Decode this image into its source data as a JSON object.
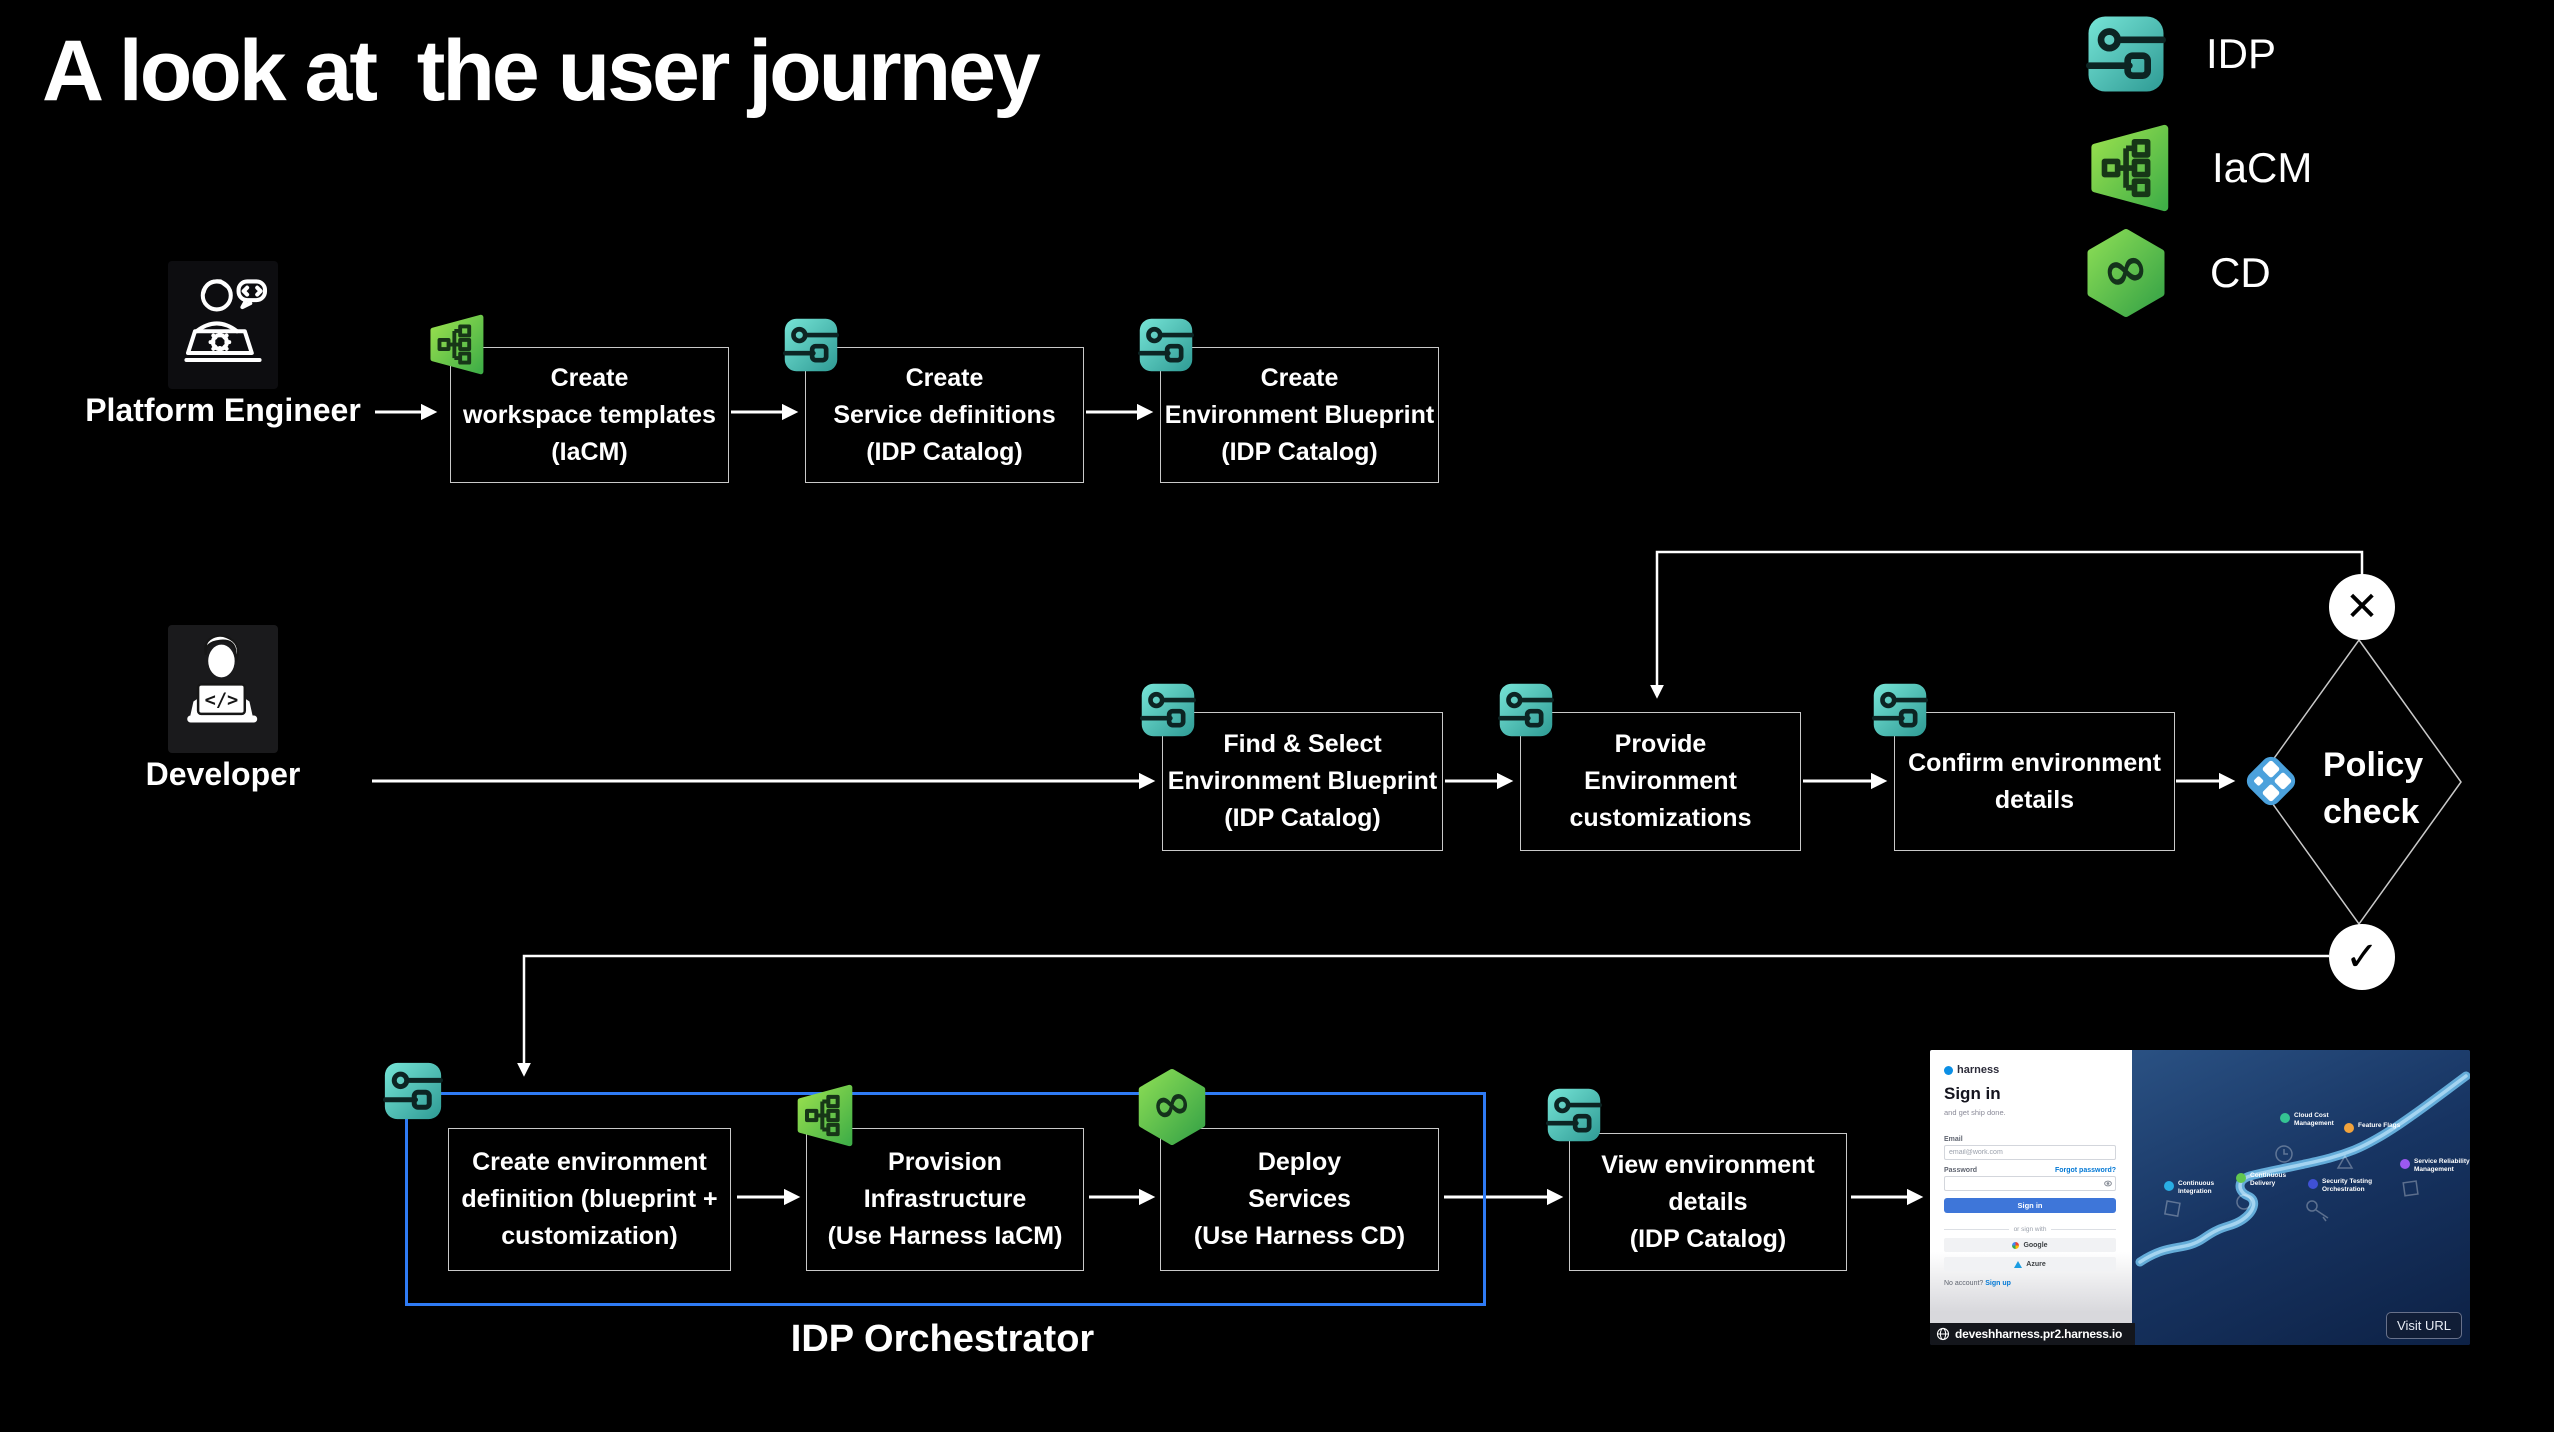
{
  "title": "A look at  the user journey",
  "legend": {
    "items": [
      {
        "id": "idp",
        "label": "IDP"
      },
      {
        "id": "iacm",
        "label": "IaCM"
      },
      {
        "id": "cd",
        "label": "CD"
      }
    ]
  },
  "actors": [
    {
      "id": "platform-engineer",
      "label": "Platform Engineer"
    },
    {
      "id": "developer",
      "label": "Developer"
    }
  ],
  "flow": {
    "row1": [
      {
        "icon": "iacm",
        "text": "Create\nworkspace templates\n(IaCM)"
      },
      {
        "icon": "idp",
        "text": "Create\nService definitions\n(IDP Catalog)"
      },
      {
        "icon": "idp",
        "text": "Create\nEnvironment Blueprint\n(IDP Catalog)"
      }
    ],
    "row2": [
      {
        "icon": "idp",
        "text": "Find & Select\nEnvironment Blueprint\n(IDP Catalog)"
      },
      {
        "icon": "idp",
        "text": "Provide\nEnvironment\ncustomizations"
      },
      {
        "icon": "idp",
        "text": "Confirm environment\ndetails"
      }
    ],
    "decision": {
      "label": "Policy\ncheck",
      "fail_glyph": "✕",
      "pass_glyph": "✓"
    },
    "row3": [
      {
        "icon": "none",
        "text": "Create environment\ndefinition (blueprint +\ncustomization)"
      },
      {
        "icon": "iacm",
        "text": "Provision\nInfrastructure\n(Use Harness IaCM)"
      },
      {
        "icon": "cd",
        "text": "Deploy\nServices\n(Use Harness CD)"
      },
      {
        "icon": "idp",
        "text": "View environment\ndetails\n(IDP Catalog)"
      }
    ],
    "orchestrator_label": "IDP Orchestrator"
  },
  "screenshot": {
    "brand": "harness",
    "heading": "Sign in",
    "subheading": "and get ship done.",
    "email_label": "Email",
    "email_placeholder": "email@work.com",
    "password_label": "Password",
    "forgot_link": "Forgot password?",
    "signin_button": "Sign in",
    "divider": "or sign with",
    "google_button": "Google",
    "azure_button": "Azure",
    "no_account": "No account?",
    "signup_link": "Sign up",
    "url": "deveshharness.pr2.harness.io",
    "visit_button": "Visit URL",
    "products": [
      {
        "label": "Cloud Cost\nManagement",
        "color": "#35c493"
      },
      {
        "label": "Feature Flags",
        "color": "#f2a33c"
      },
      {
        "label": "Continuous\nIntegration",
        "color": "#29aee4"
      },
      {
        "label": "Continuous\nDelivery",
        "color": "#61c74f"
      },
      {
        "label": "Security Testing\nOrchestration",
        "color": "#3f51d6"
      },
      {
        "label": "Service Reliability\nManagement",
        "color": "#9b59f0"
      }
    ]
  },
  "colors": {
    "background": "#000000",
    "box_border": "#c9c9c9",
    "orchestrator_border": "#2f7bf5",
    "idp_teal": "#46b8ac",
    "iacm_green": "#63c84a",
    "cd_green": "#5cc64f",
    "opa_blue": "#4ba1dc",
    "harness_blue": "#0278d5"
  }
}
